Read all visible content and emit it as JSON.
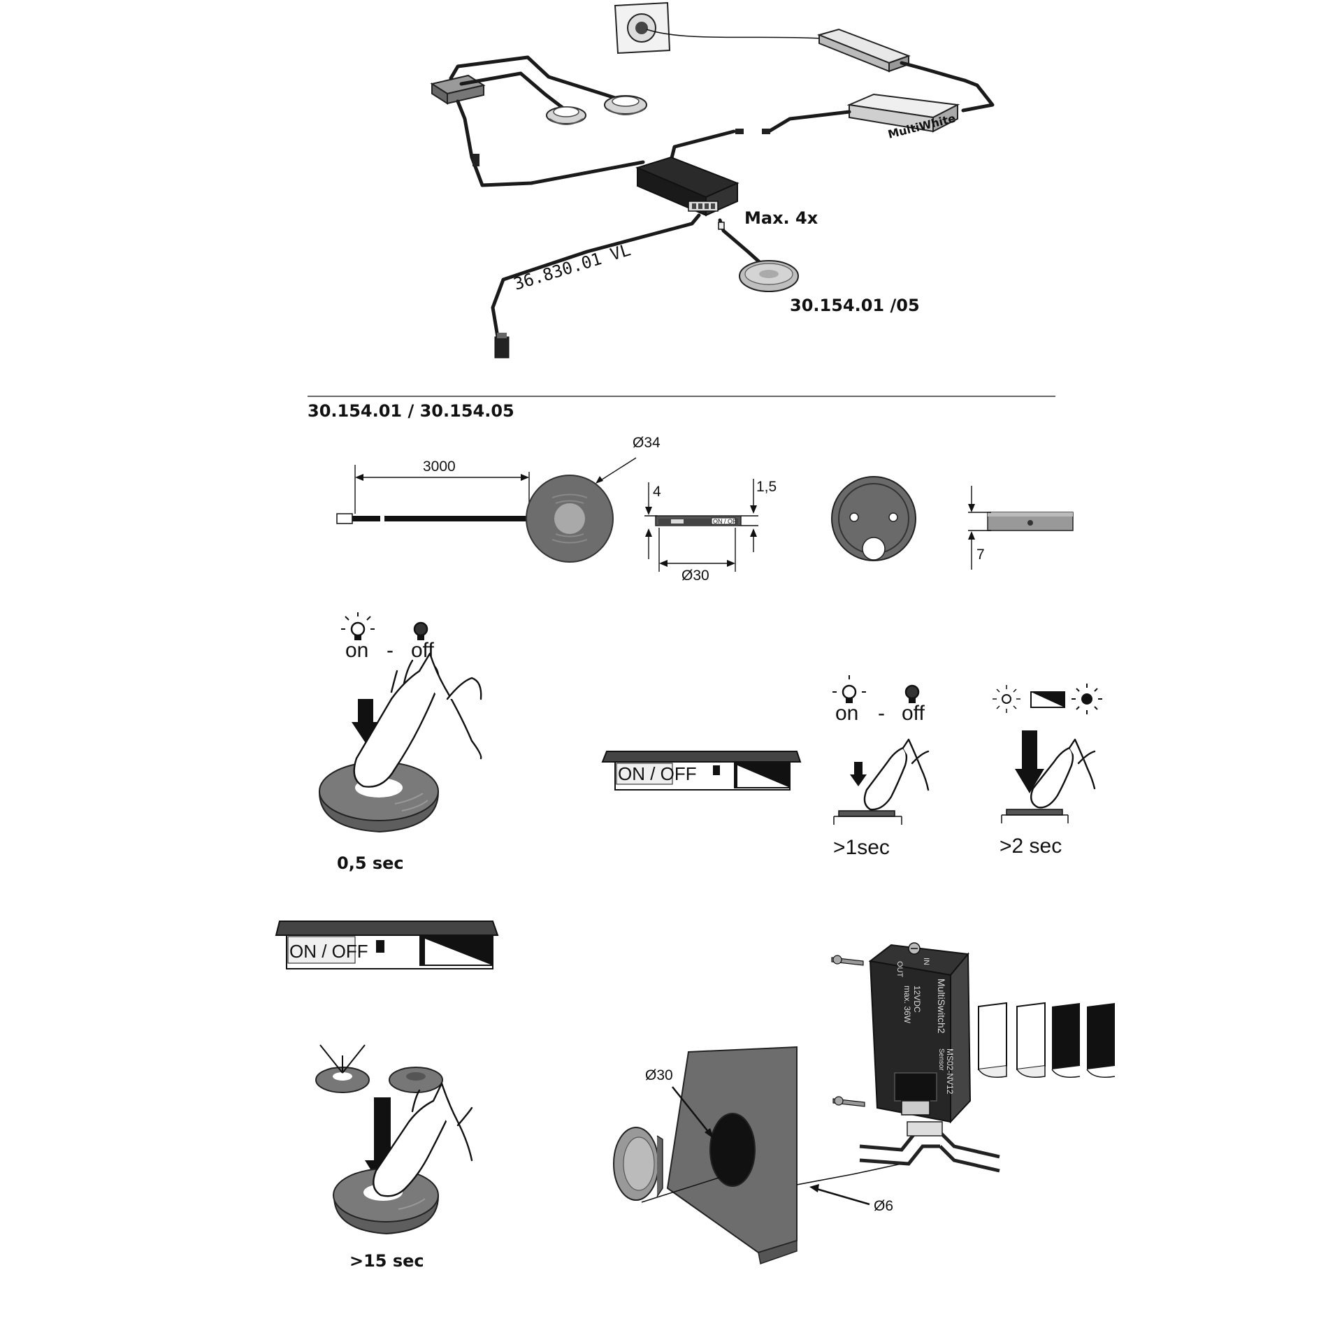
{
  "overview": {
    "driver_label": "MultiWhite",
    "max_label": "Max. 4x",
    "cable_label": "36.830.01  VL",
    "sensor_label": "30.154.01 /05"
  },
  "section": {
    "title": "30.154.01 / 30.154.05"
  },
  "dimensions": {
    "cable_length": "3000",
    "diameter_outer": "Ø34",
    "height_4": "4",
    "height_1_5": "1,5",
    "diameter_inner": "Ø30",
    "height_7": "7"
  },
  "operation": {
    "on_label": "on",
    "dash": "-",
    "off_label": "off",
    "switch_label": "ON / OFF",
    "switch_label_small": "ON / OF",
    "press_short": "0,5 sec",
    "press_1": ">1sec",
    "press_2": ">2 sec",
    "press_15": ">15 sec"
  },
  "installation": {
    "hole_diameter": "Ø30",
    "cable_hole_diameter": "Ø6",
    "module_name": "MultiSwitch2",
    "module_model": "MS02-NV12",
    "module_voltage": "12VDC",
    "module_power": "max. 36W",
    "port_in": "IN",
    "port_out": "OUT",
    "port_sensor": "Sensor"
  }
}
